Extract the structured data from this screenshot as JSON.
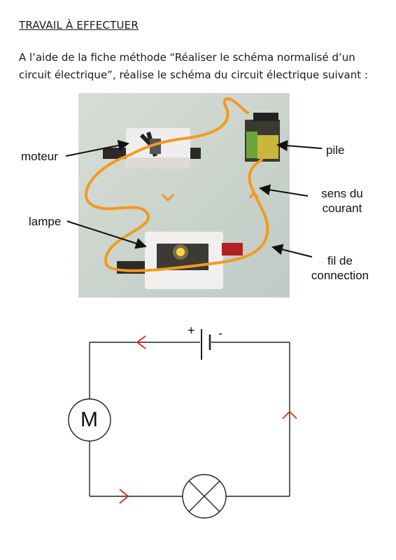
{
  "title": "TRAVAIL À EFFECTUER",
  "instructions": {
    "line1": "A l’aide de la fiche méthode “Réaliser le schéma normalisé d’un",
    "line2": "circuit électrique”, réalise le schéma du circuit électrique suivant :"
  },
  "photo_labels": {
    "moteur": "moteur",
    "lampe": "lampe",
    "pile": "pile",
    "sens_line1": "sens du",
    "sens_line2": "courant",
    "fil_line1": "fil de",
    "fil_line2": "connection"
  },
  "schema": {
    "battery_plus": "+",
    "battery_minus": "-",
    "motor_symbol": "M"
  },
  "colors": {
    "wire_orange": "#f29a1f",
    "arrow_red": "#e8261c",
    "background_photo": "#c9d3cb"
  }
}
